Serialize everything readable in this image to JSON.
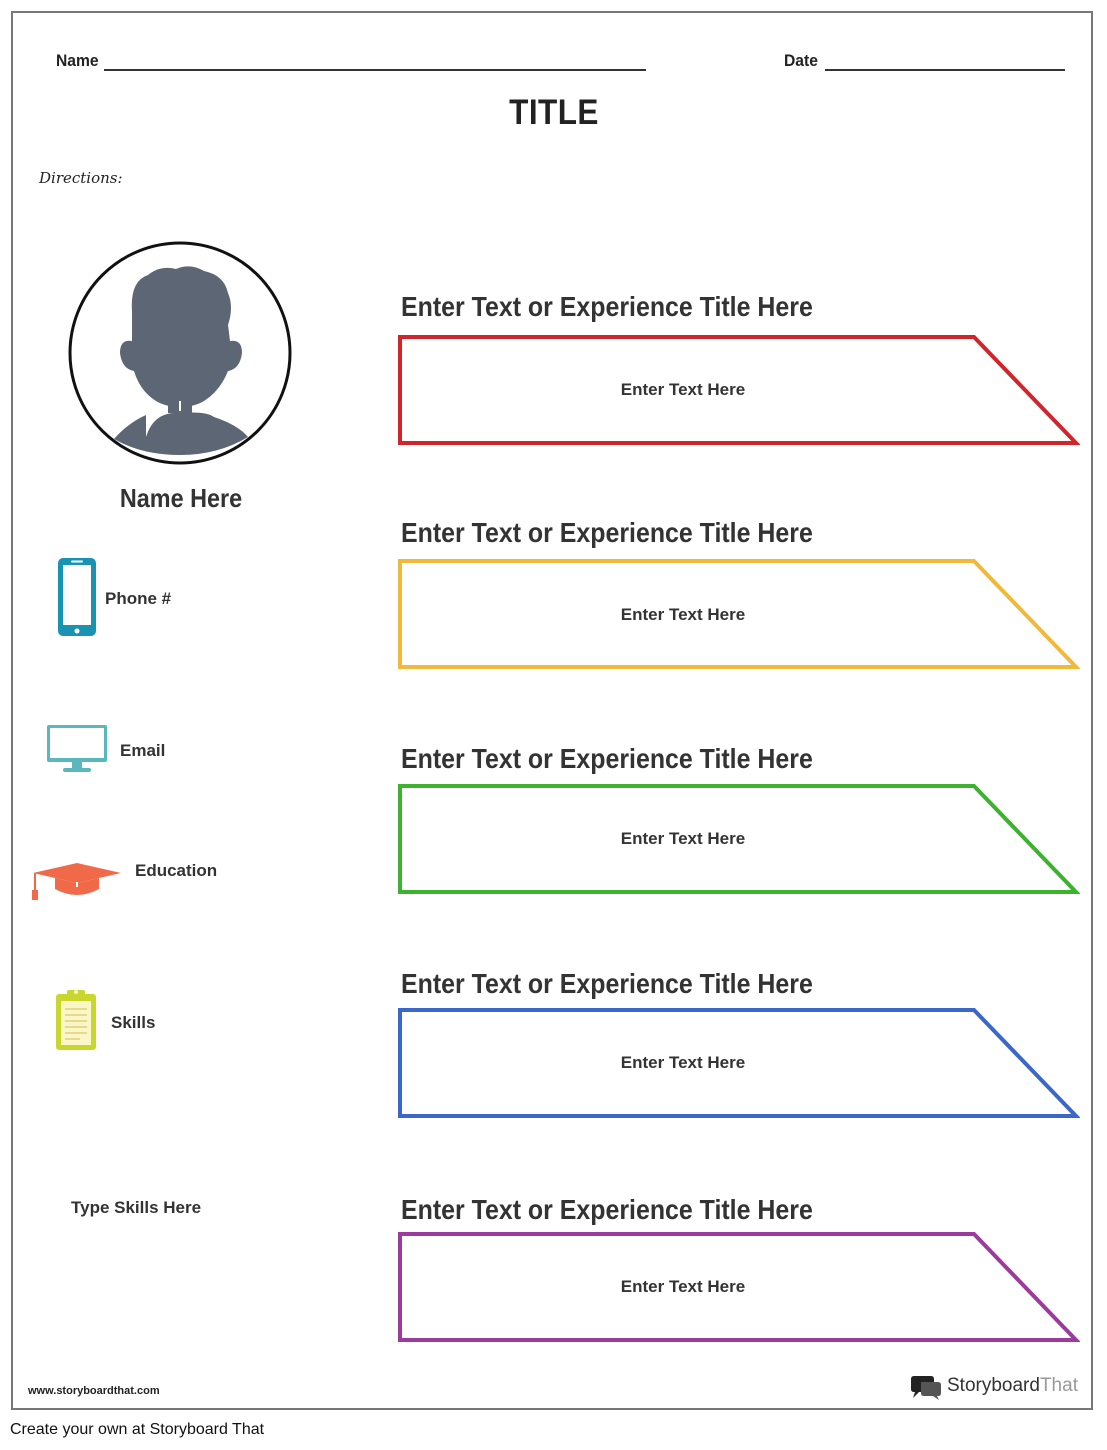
{
  "header": {
    "name_label": "Name",
    "date_label": "Date",
    "title": "TITLE",
    "directions": "Directions:"
  },
  "profile": {
    "name": "Name Here"
  },
  "contact": {
    "phone_label": "Phone #",
    "email_label": "Email",
    "education_label": "Education",
    "skills_label": "Skills",
    "skills_text": "Type Skills Here"
  },
  "experiences": [
    {
      "title": "Enter Text or Experience Title Here",
      "text": "Enter Text Here",
      "color": "#d0252a"
    },
    {
      "title": "Enter Text or Experience Title Here",
      "text": "Enter Text Here",
      "color": "#f1b93a"
    },
    {
      "title": "Enter Text or Experience Title Here",
      "text": "Enter Text Here",
      "color": "#3cb22e"
    },
    {
      "title": "Enter Text or Experience Title Here",
      "text": "Enter Text Here",
      "color": "#3a67c8"
    },
    {
      "title": "Enter Text or Experience Title Here",
      "text": "Enter Text Here",
      "color": "#9b3b9b"
    }
  ],
  "icons": {
    "avatar": "person-silhouette-icon",
    "phone": "smartphone-icon",
    "email": "monitor-icon",
    "education": "graduation-cap-icon",
    "skills": "clipboard-icon",
    "logo": "speech-bubble-logo-icon"
  },
  "colors": {
    "phone_icon": "#1a93b3",
    "email_icon": "#5ab7bb",
    "education_icon": "#f06a4a",
    "skills_icon": "#c8d62e",
    "avatar_fill": "#5d6674"
  },
  "footer": {
    "url": "www.storyboardthat.com",
    "logo_word1": "Storyboard",
    "logo_word2": "That",
    "caption": "Create your own at Storyboard That"
  }
}
